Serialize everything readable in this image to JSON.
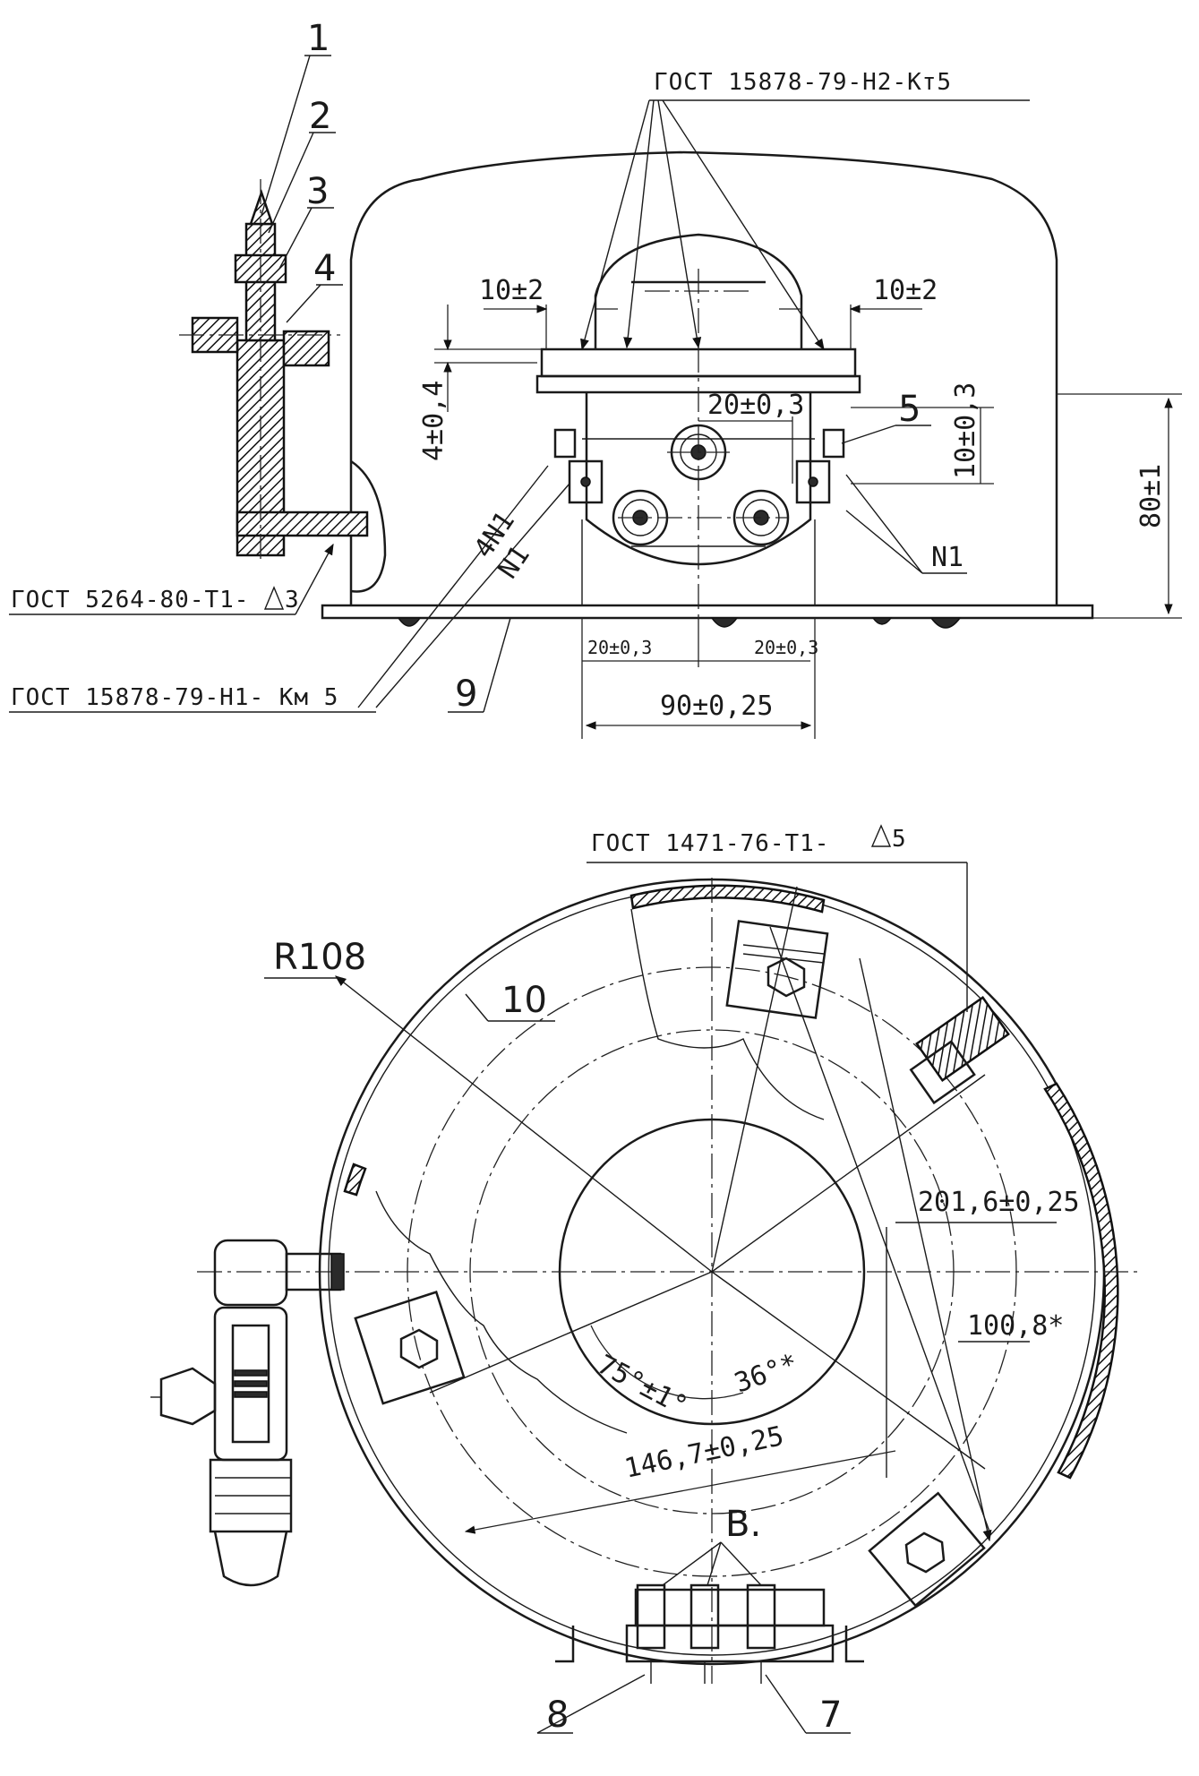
{
  "top_view": {
    "gost_top": "ГОСТ 15878-79-Н2-Кт5",
    "gost_left": "ГОСТ 5264-80-Т1-",
    "gost_left_weld": "3",
    "gost_bottom": "ГОСТ 15878-79-Н1- Км 5",
    "callout_1": "1",
    "callout_2": "2",
    "callout_3": "3",
    "callout_4": "4",
    "callout_5": "5",
    "callout_9": "9",
    "dim_10_left": "10±2",
    "dim_10_right": "10±2",
    "dim_4": "4±0,4",
    "dim_20_top": "20±0,3",
    "dim_10_v": "10±0,3",
    "dim_80": "80±1",
    "dim_20_left": "20±0,3",
    "dim_20_right": "20±0,3",
    "dim_90": "90±0,25",
    "label_4n1": "4N1",
    "label_n1_left": "N1",
    "label_n1_right": "N1"
  },
  "bottom_view": {
    "gost_top": "ГОСТ 1471-76-Т1-",
    "gost_top_weld": "5",
    "radius": "R108",
    "callout_10": "10",
    "dim_201": "201,6±0,25",
    "dim_100": "100,8*",
    "angle_75": "75°±1°",
    "angle_36": "36°*",
    "dim_146": "146,7±0,25",
    "view_b": "В.",
    "callout_8": "8",
    "callout_7": "7"
  }
}
